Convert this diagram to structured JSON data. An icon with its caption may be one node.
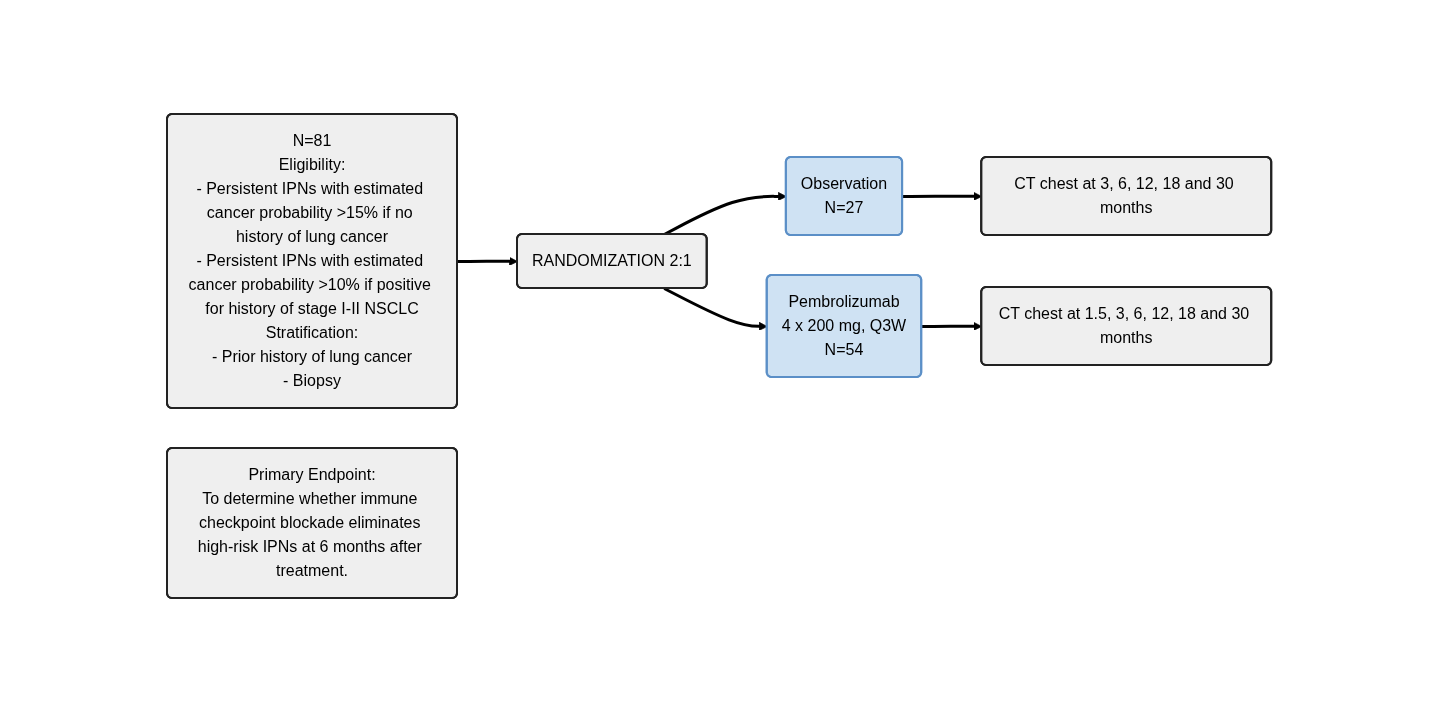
{
  "diagram": {
    "nodes": [
      {
        "text": [
          "N=81",
          "Eligibility:",
          "- Persistent IPNs with estimated cancer probability >15% if no history of lung cancer",
          "- Persistent IPNs with estimated cancer probability >10% if positive for history of stage I-II NSCLC",
          "Stratification:",
          "- Prior history of lung cancer",
          "- Biopsy"
        ]
      },
      {
        "text": [
          "RANDOMIZATION 2:1"
        ]
      },
      {
        "text": [
          "Observation",
          "N=27"
        ]
      },
      {
        "text": [
          "CT chest at 3, 6, 12, 18 and 30 months"
        ]
      },
      {
        "text": [
          "Primary Endpoint:",
          "To determine whether immune checkpoint blockade eliminates high-risk IPNs at 6 months after treatment."
        ]
      },
      {
        "text": [
          "Pembrolizumab",
          "4 x 200 mg, Q3W",
          "N=54"
        ]
      },
      {
        "text": [
          "CT chest at 1.5, 3, 6, 12, 18 and 30 months"
        ]
      }
    ],
    "edges": [
      {
        "from": 0,
        "to": 1,
        "arrow": "to"
      },
      {
        "from": 1,
        "to": 2,
        "arrow": "to"
      },
      {
        "from": 2,
        "to": 3,
        "arrow": "to"
      },
      {
        "from": 1,
        "to": 5,
        "arrow": "to"
      },
      {
        "from": 5,
        "to": 6,
        "arrow": "to"
      }
    ]
  }
}
